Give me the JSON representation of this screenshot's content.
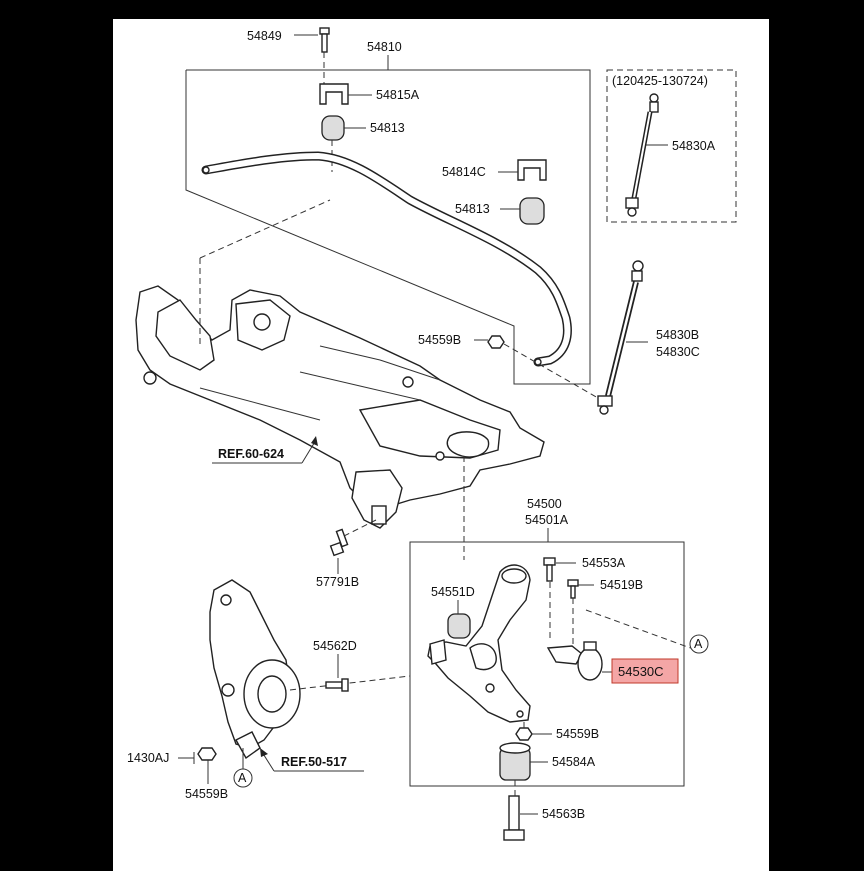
{
  "diagram": {
    "labels": {
      "p54849": "54849",
      "p54810": "54810",
      "p54815A": "54815A",
      "p54813a": "54813",
      "p54814C": "54814C",
      "p54813b": "54813",
      "p_range": "(120425-130724)",
      "p54830A": "54830A",
      "p54559B_top": "54559B",
      "p54830B": "54830B",
      "p54830C": "54830C",
      "ref60": "REF.60-624",
      "p54500": "54500",
      "p54501A": "54501A",
      "p54553A": "54553A",
      "p54519B": "54519B",
      "p54551D": "54551D",
      "p57791B": "57791B",
      "p54562D": "54562D",
      "p54530C": "54530C",
      "p54559B_mid": "54559B",
      "p54584A": "54584A",
      "p1430AJ": "1430AJ",
      "ref50": "REF.50-517",
      "p54559B_bot": "54559B",
      "p54563B": "54563B",
      "circleA_right": "A",
      "circleA_bottom": "A"
    },
    "highlight_color": "#f4a6a6"
  }
}
